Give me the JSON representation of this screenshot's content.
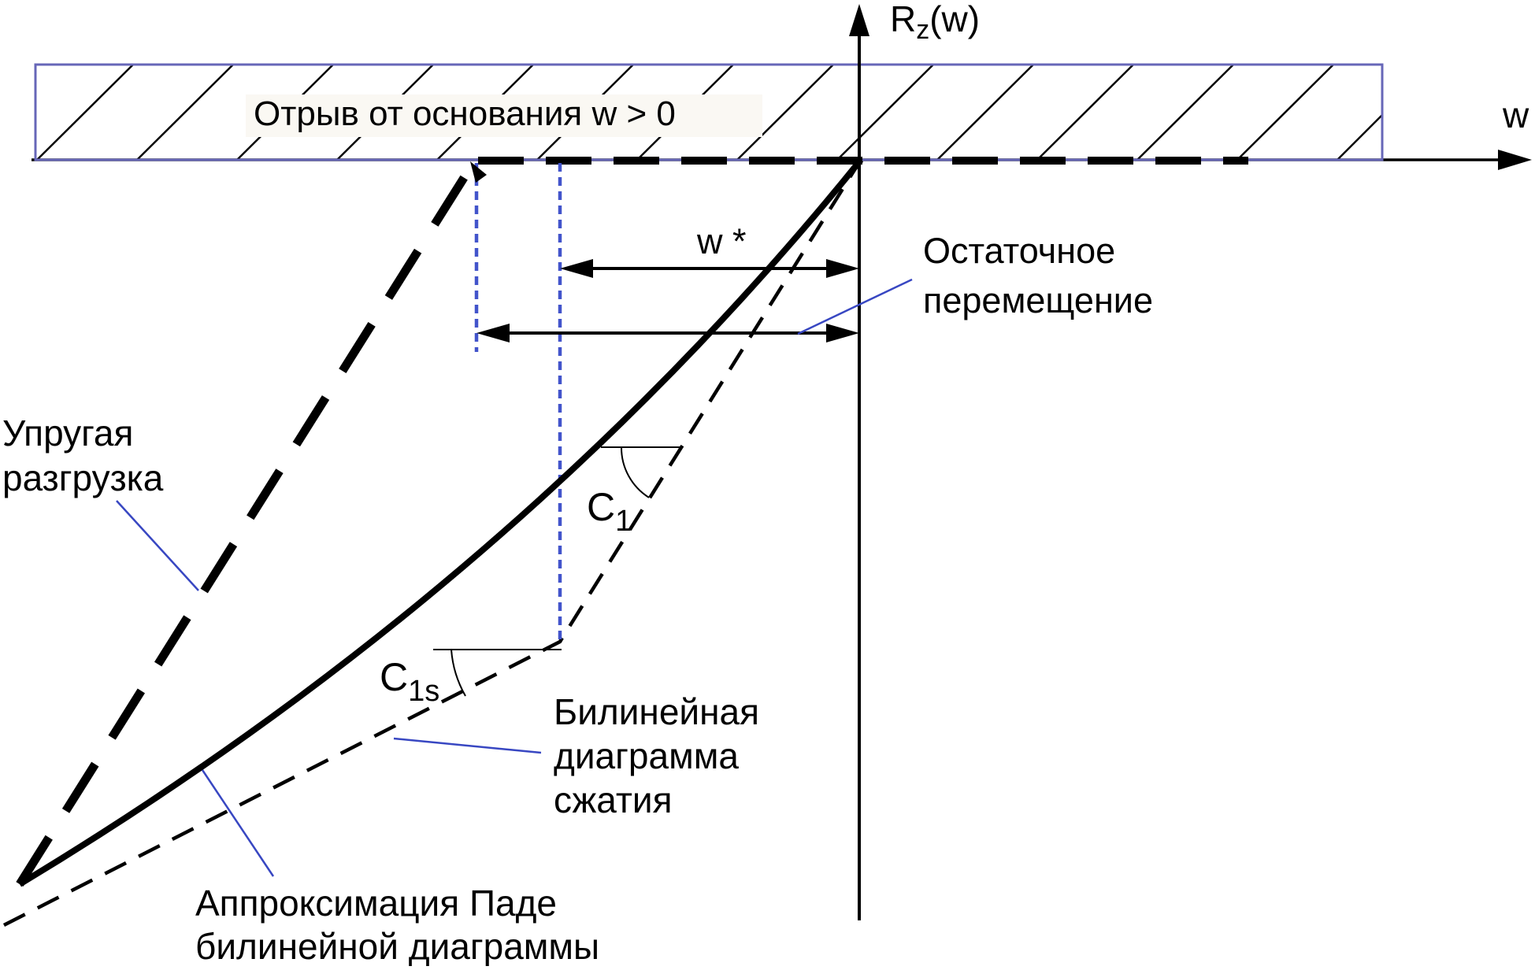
{
  "colors": {
    "accent_blue": "#3847c2",
    "dotted_blue": "#4254cb",
    "box_border": "#6767b8",
    "backdrop": "#faf8f3",
    "line_black": "#000000"
  },
  "axes": {
    "y_label_main": "R",
    "y_label_sub": "z",
    "y_label_rest": "(w)",
    "x_label": "w"
  },
  "separation_zone": {
    "label": "Отрыв от основания  w > 0"
  },
  "annotations": {
    "w_star": "w *",
    "residual_line1": "Остаточное",
    "residual_line2": "перемещение",
    "elastic_line1": "Упругая",
    "elastic_line2": "разгрузка",
    "stiffness_c1_main": "C",
    "stiffness_c1_sub": "1",
    "stiffness_c1s_main": "C",
    "stiffness_c1s_sub": "1s",
    "bilinear_line1": "Билинейная",
    "bilinear_line2": "диаграмма",
    "bilinear_line3": "сжатия",
    "pade_line1": "Аппроксимация Паде",
    "pade_line2": "билинейной диаграммы"
  }
}
